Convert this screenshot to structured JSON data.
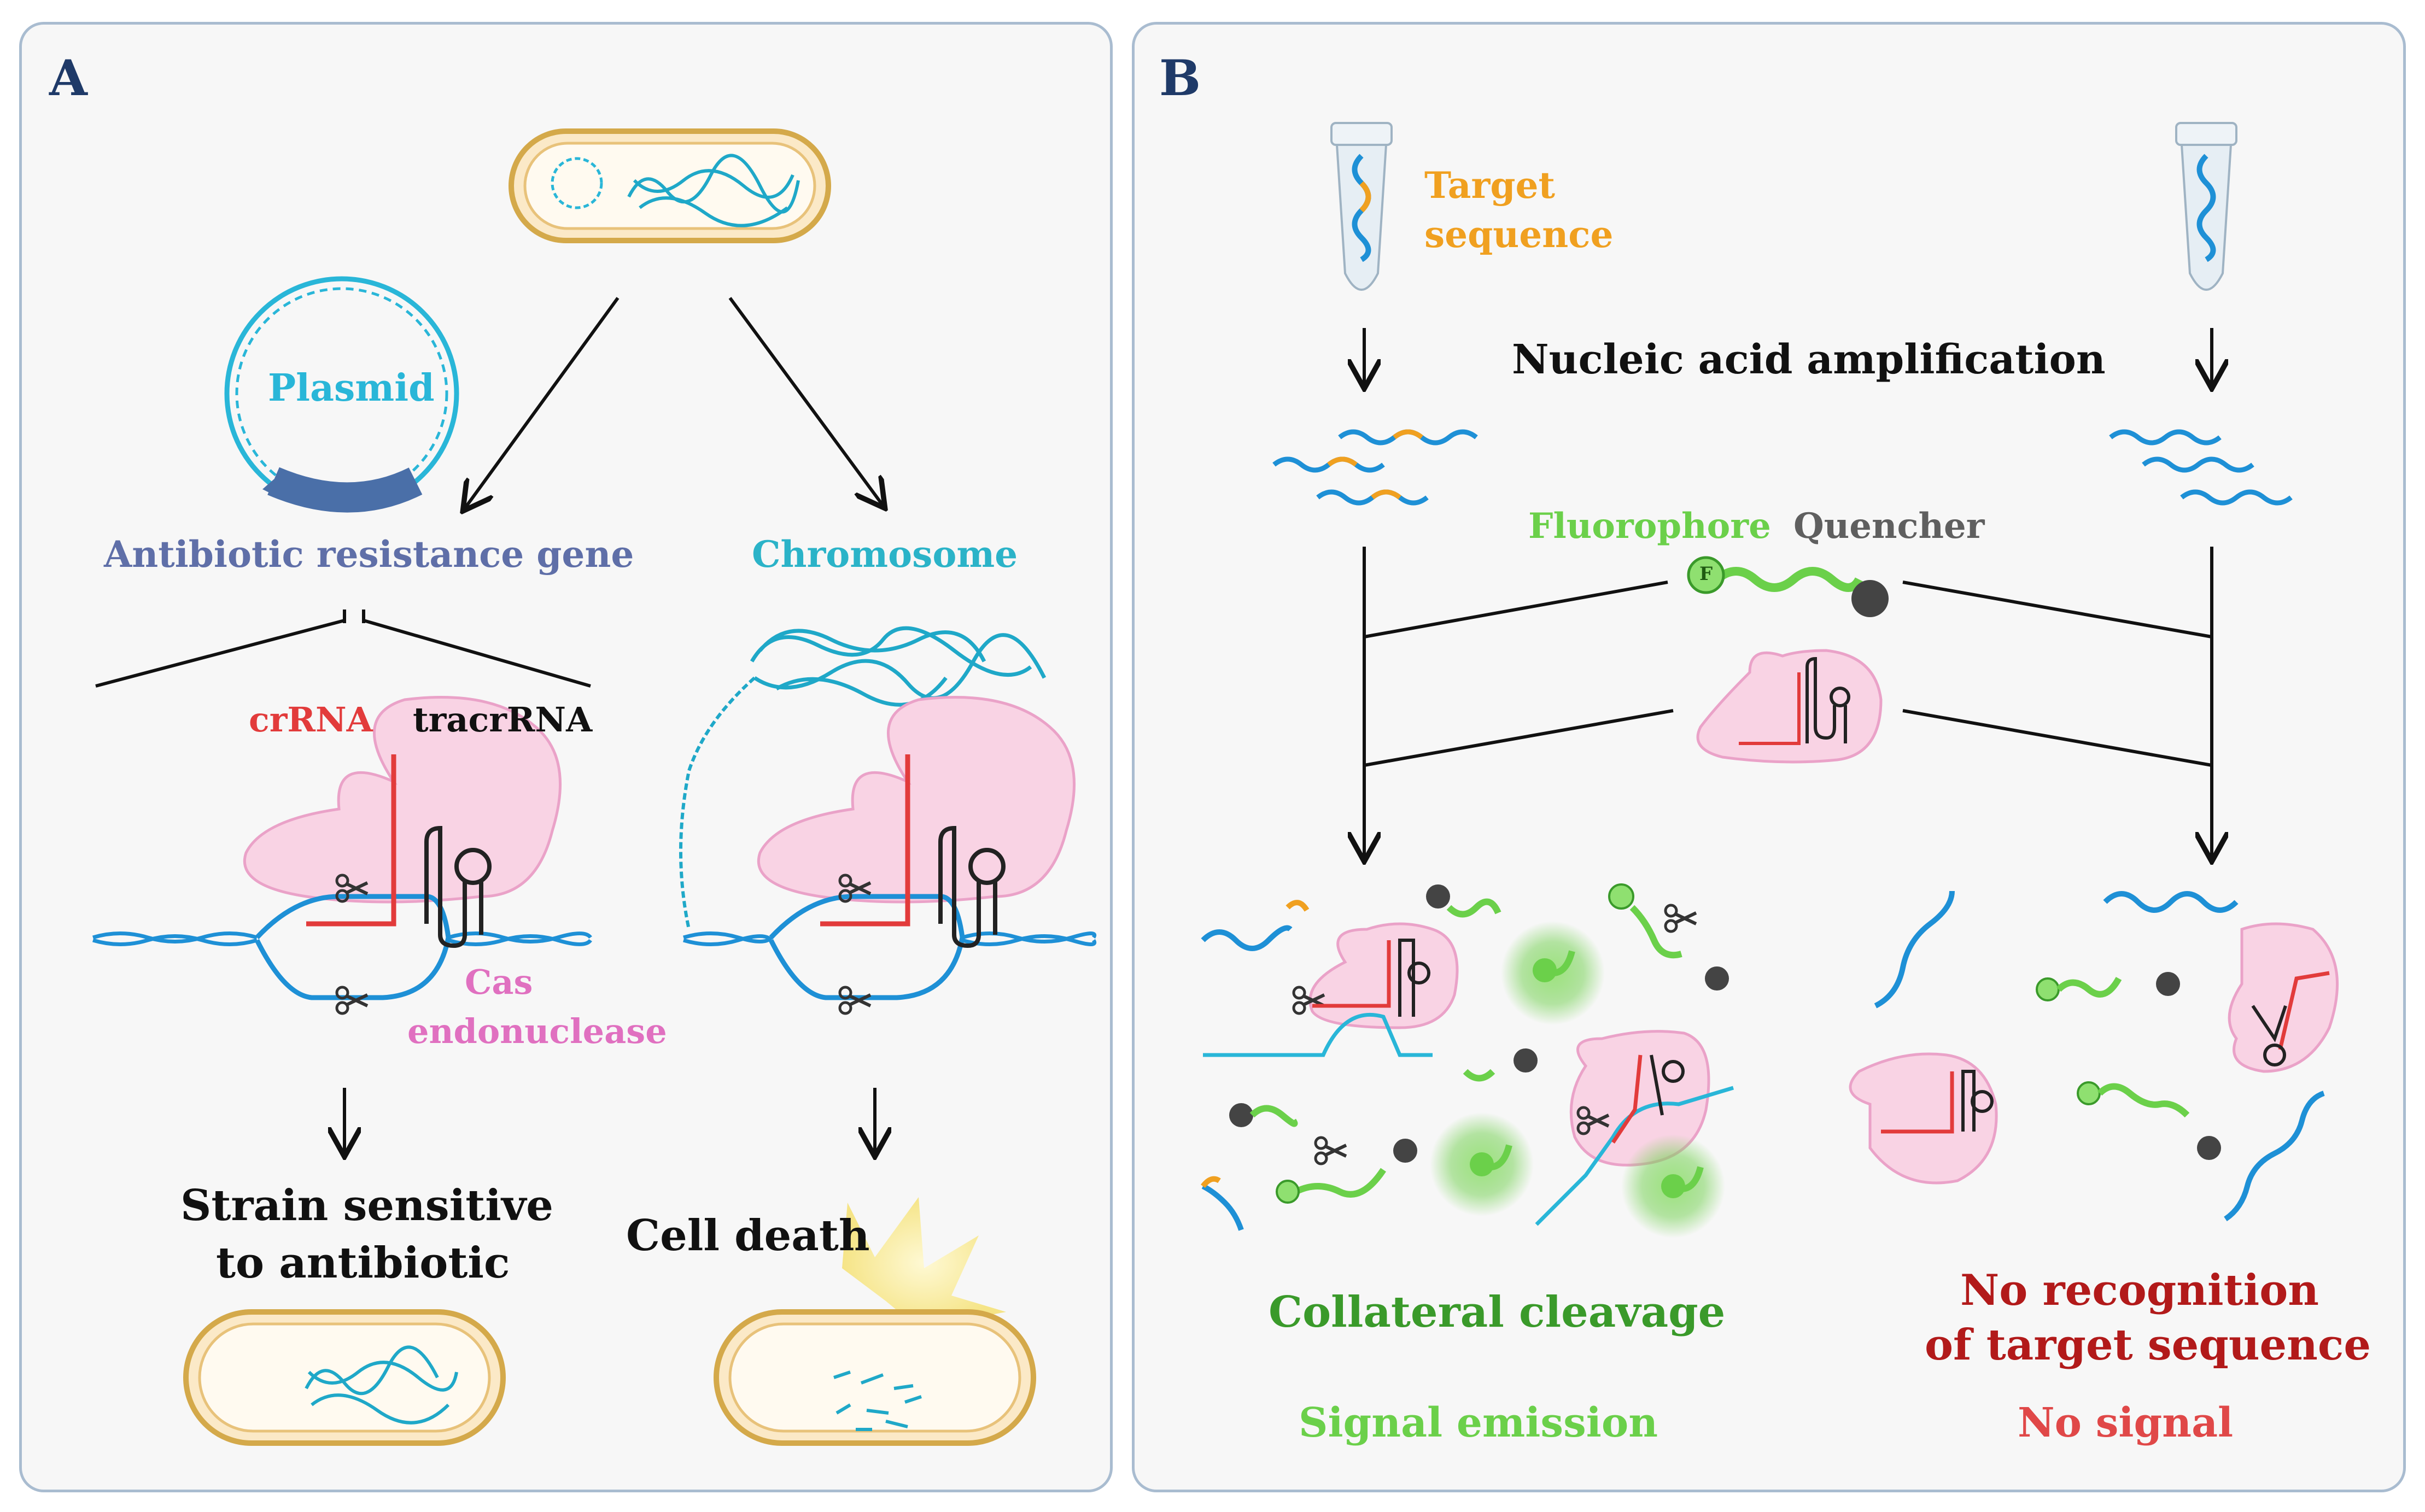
{
  "panel_a": {
    "letter": "A",
    "plasmid": "Plasmid",
    "antibiotic_resistance_gene": "Antibiotic resistance gene",
    "chromosome": "Chromosome",
    "crrna": "crRNA",
    "tracrrna": "tracrRNA",
    "cas_line1": "Cas",
    "cas_line2": "endonuclease",
    "strain_line1": "Strain sensitive",
    "strain_line2": "to antibiotic",
    "cell_death": "Cell death"
  },
  "panel_b": {
    "letter": "B",
    "target_line1": "Target",
    "target_line2": "sequence",
    "nucleic_acid_amplification": "Nucleic acid amplification",
    "fluorophore": "Fluorophore",
    "quencher": "Quencher",
    "collateral_cleavage": "Collateral cleavage",
    "signal_emission": "Signal emission",
    "no_recognition_line1": "No recognition",
    "no_recognition_line2": "of target sequence",
    "no_signal": "No signal",
    "fluor_letter": "F"
  },
  "colors": {
    "panel_border": "#a9bcd0",
    "letter": "#1f3a68",
    "plasmid_text": "#29b6d8",
    "antibiotic_gene": "#5f6fa8",
    "chromosome_text": "#2bb3c8",
    "crrna": "#e23b3b",
    "cas_text": "#e070c0",
    "cas_fill": "#f9d3e4",
    "dna_blue": "#1e90d6",
    "target_orange": "#f0a020",
    "fluorophore_green": "#6bd04a",
    "quencher_grey": "#5f5f5f",
    "collateral_green": "#3a9a2a",
    "signal_green": "#6bd04a",
    "no_recognition_red": "#b21a1a",
    "no_signal_red": "#e04848"
  }
}
